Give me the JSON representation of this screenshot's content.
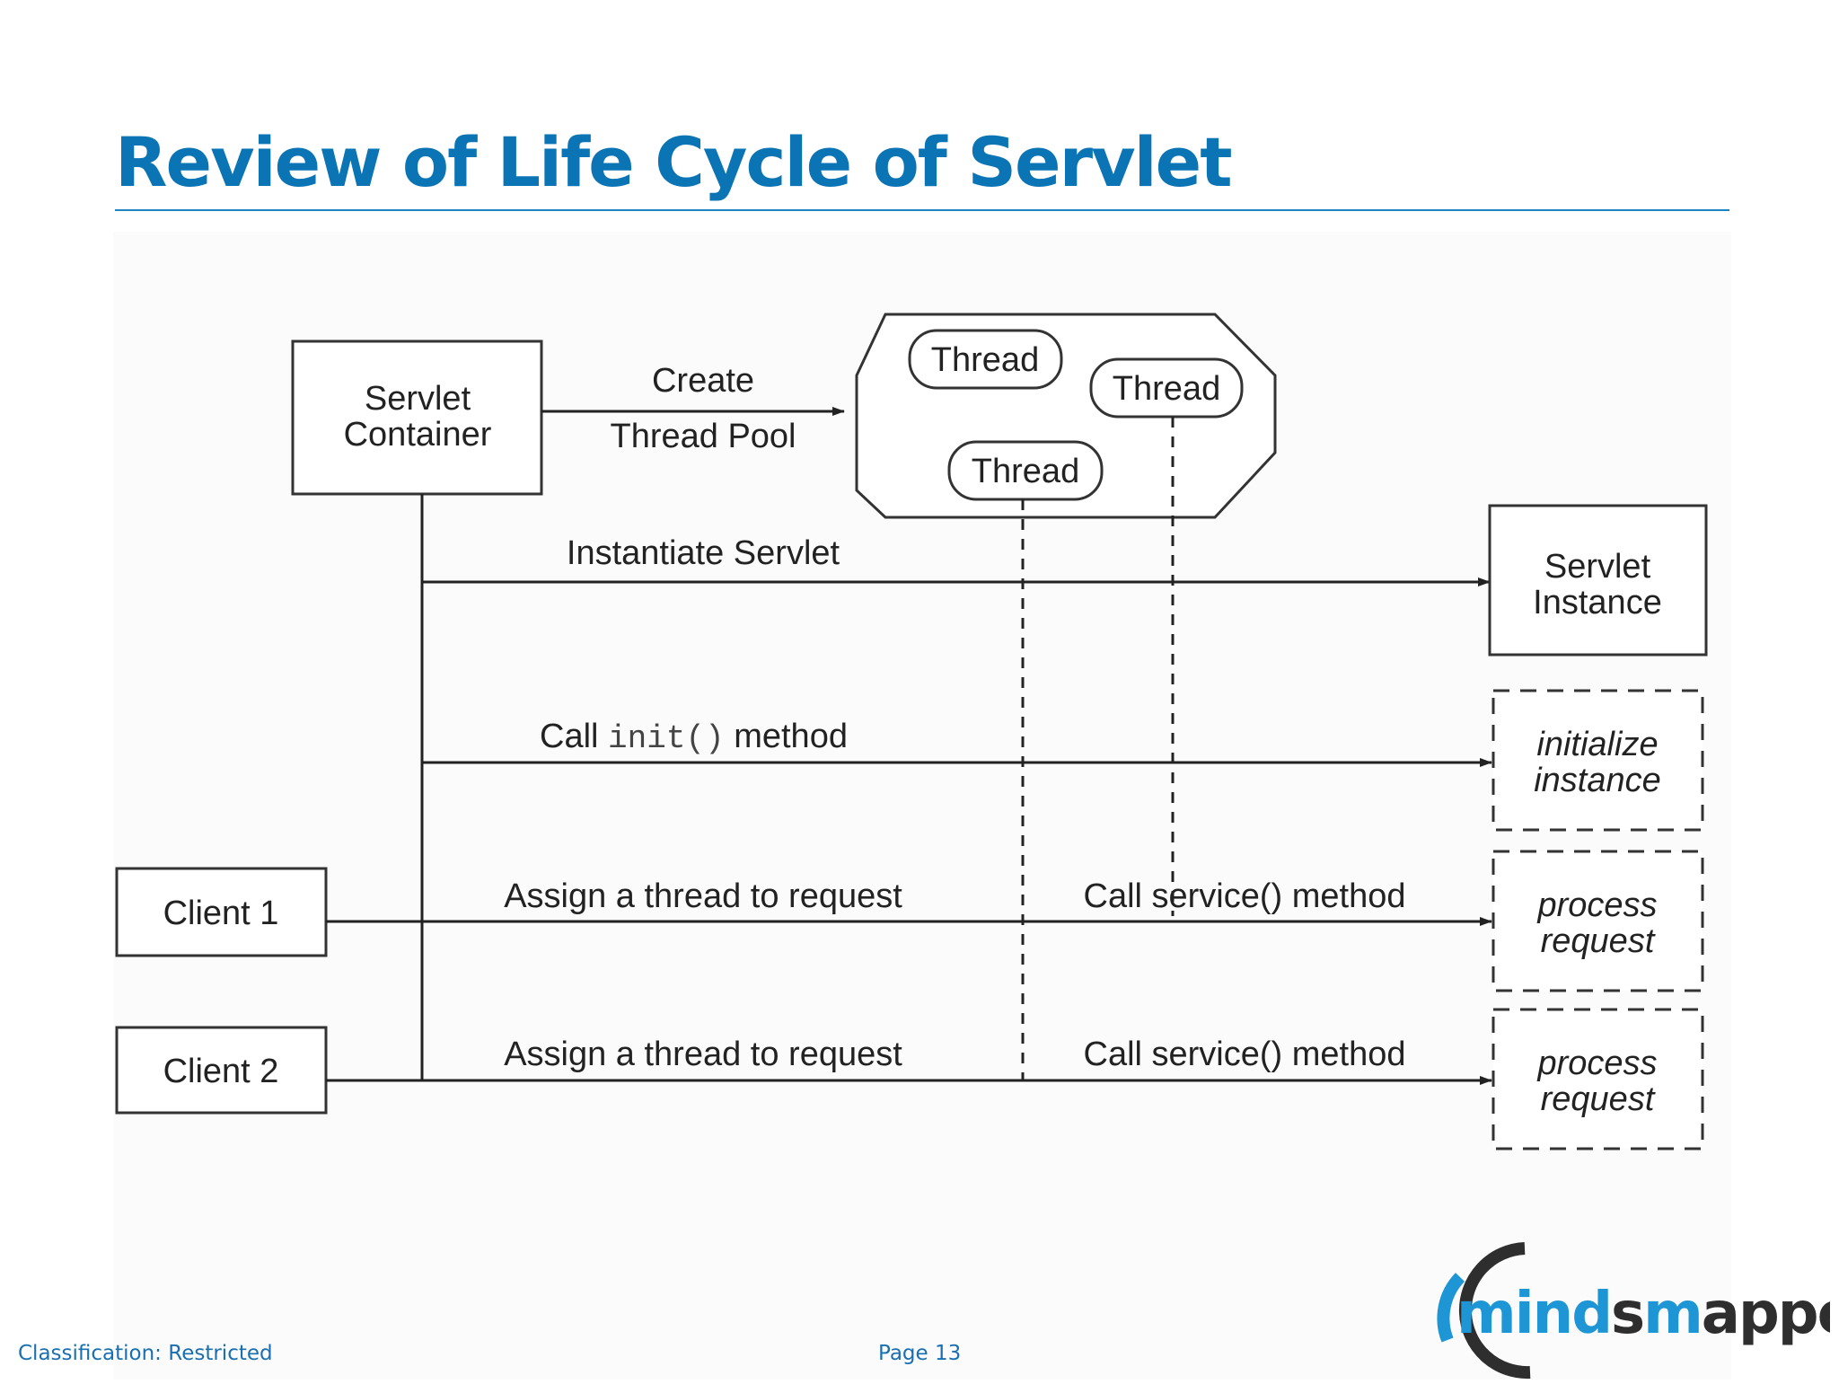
{
  "slide": {
    "title": "Review of Life Cycle of Servlet",
    "classification": "Classification: Restricted",
    "page": "Page 13",
    "logo": {
      "text_a": "mind",
      "text_b": "s",
      "text_c": "m",
      "text_d": "apped"
    }
  },
  "diagram": {
    "servlet_container": [
      "Servlet",
      "Container"
    ],
    "create_label": "Create",
    "thread_pool_label": "Thread Pool",
    "threads": [
      "Thread",
      "Thread",
      "Thread"
    ],
    "instantiate_label": "Instantiate Servlet",
    "servlet_instance": [
      "Servlet",
      "Instance"
    ],
    "call_init": {
      "prefix": "Call ",
      "code": "init()",
      "suffix": " method"
    },
    "initialize_instance": [
      "initialize",
      "instance"
    ],
    "clients": [
      "Client 1",
      "Client 2"
    ],
    "assign_thread_label": "Assign a thread to request",
    "call_service_label": "Call service() method",
    "process_request": [
      "process",
      "request"
    ]
  },
  "colors": {
    "title": "#0a74b5",
    "footer": "#1a6fb0",
    "logo_blue": "#1e96d6",
    "logo_dark": "#2e2e2e"
  }
}
